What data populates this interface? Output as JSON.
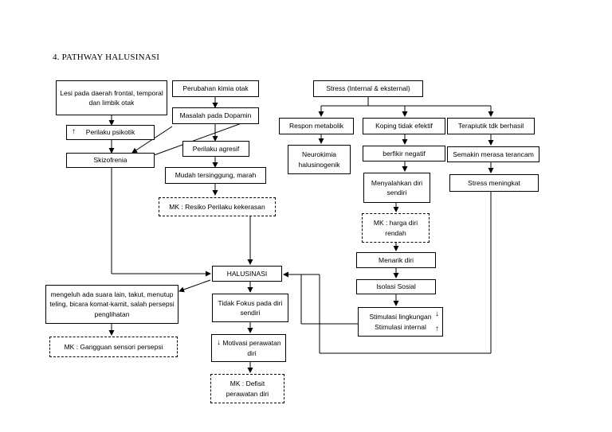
{
  "heading": "4.   PATHWAY HALUSINASI",
  "nodes": {
    "lesi": "Lesi pada daerah frontal, temporal dan limbik otak",
    "perilaku_psikotik": "Perilaku psikotik",
    "skizofrenia": "Skizofrenia",
    "perubahan_kimia": "Perubahan kimia otak",
    "masalah_dopamin": "Masalah pada Dopamin",
    "perilaku_agresif": "Perilaku agresif",
    "mudah_tersinggung": "Mudah tersinggung, marah",
    "mk_resiko": "MK : Resiko Perilaku kekerasan",
    "stress": "Stress (Internal & eksternal)",
    "respon_metabolik": "Respon metabolik",
    "neurokimia": "Neurokimia halusinogenik",
    "koping": "Koping tidak efektif",
    "berfikir_negatif": "berfikir negatif",
    "menyalahkan": "Menyalahkan diri sendiri",
    "mk_harga_diri": "MK : harga diri rendah",
    "menarik_diri": "Menarik diri",
    "isolasi_sosial": "Isolasi Sosial",
    "stimulasi_1": "Stimulasi lingkungan",
    "stimulasi_2": "Stimulasi internal",
    "terapi": "Terapiutik tdk berhasil",
    "semakin_terancam": "Semakin merasa terancam",
    "stress_meningkat": "Stress meningkat",
    "halusinasi": "HALUSINASI",
    "mengeluh": "mengeluh ada suara lain, takut, menutup teling, bicara komat-kamit, salah persepsi penglihatan",
    "mk_gangguan": "MK : Gangguan sensori persepsi",
    "tidak_fokus": "Tidak Fokus pada diri sendiri",
    "motivasi": "Motivasi perawatan diri",
    "mk_defisit": "MK : Defisit perawatan diri"
  }
}
